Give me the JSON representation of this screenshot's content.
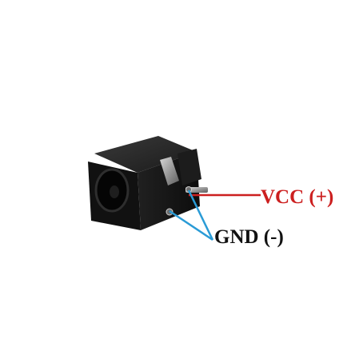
{
  "labels": {
    "vcc": "VCC (+)",
    "gnd": "GND (-)"
  },
  "colors": {
    "vcc": "#cc1f1f",
    "gnd": "#2a9bd6",
    "jack_body": "#141414",
    "pin_metal": "#9a9a9a"
  },
  "component": "dc-barrel-jack"
}
